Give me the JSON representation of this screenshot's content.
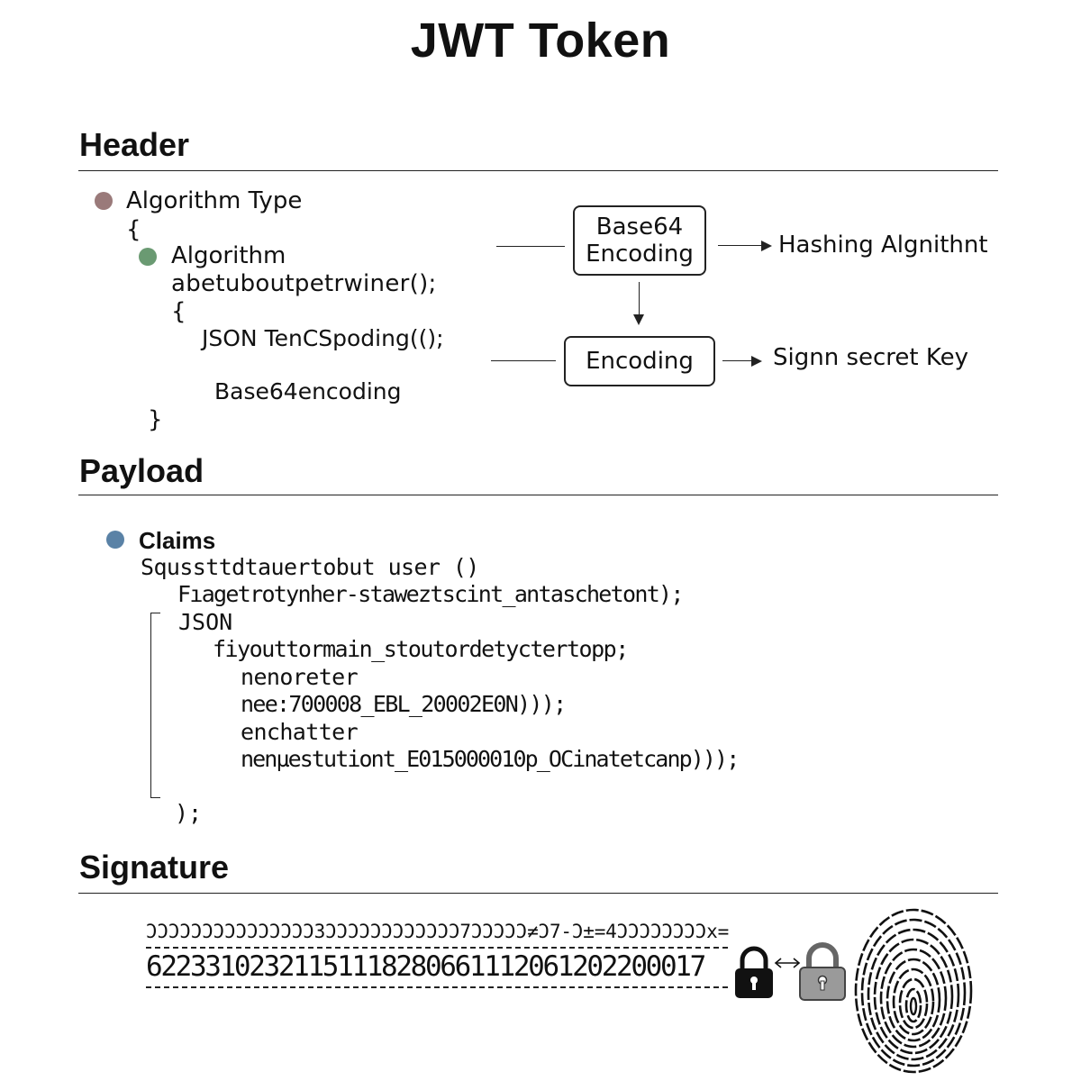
{
  "title": "JWT Token",
  "sections": {
    "header": {
      "title": "Header",
      "items": {
        "algorithm_type": "Algorithm Type",
        "open_brace": "{",
        "algorithm": "Algorithm",
        "code1": "abetuboutpetrwiner();",
        "open_brace2": "{",
        "code2": "JSON TenCSpoding(();",
        "code3": "Base64encoding",
        "close_brace": "}"
      },
      "flow": {
        "box_base64": "Base64\nEncoding",
        "hashing": "Hashing Algnithnt",
        "box_encoding": "Encoding",
        "sign": "Signn secret Key"
      }
    },
    "payload": {
      "title": "Payload",
      "claims": "Claims",
      "lines": [
        "Squssttdtauertobut user ()",
        "Fıagetrotynher-staweztscint_antaschetont);",
        "JSON",
        "fiyouttormain_stoutordetyctertopp;",
        "nenoreter",
        "nee:700008_EBL_20002E0N)));",
        "enchatter",
        "nenµestutiont_E015000010p_OCinatetcanp)));",
        ");"
      ]
    },
    "signature": {
      "title": "Signature",
      "line1": "ƆƆƆƆƆƆƆƆƆƆƆƆƆƆƆ3ƆƆƆƆƆƆƆƆƆƆƆƆ7ƆƆƆƆƆ≠Ɔ7-Ɔ±=4ƆƆƆƆƆƆƆƆx=",
      "line2": "62233102321151118280661112061202200017"
    }
  },
  "colors": {
    "dot_header": "#9a7a7a",
    "dot_algorithm": "#6a9a72",
    "dot_claims": "#5a82a6",
    "lock_dark": "#111111",
    "lock_gray": "#9a9a9a"
  },
  "icons": [
    "lock-icon",
    "unlock-icon",
    "double-arrow-icon",
    "fingerprint-icon"
  ]
}
